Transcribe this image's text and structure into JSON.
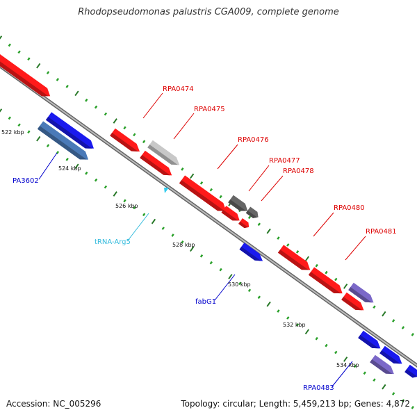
{
  "title": "Rhodopseudomonas palustris CGA009, complete genome",
  "footer": {
    "accession": "Accession: NC_005296",
    "summary": "Topology: circular; Length: 5,459,213 bp; Genes: 4,872"
  },
  "colors": {
    "forward_cds": "#ff1a1a",
    "reverse_cds": "#1a1aee",
    "other_cds": "#7b68c8",
    "pseudo_grey": "#c8c8c8",
    "dark_grey": "#666666",
    "trna": "#33ccee",
    "ticks": "#1a8a1a",
    "backbone": "#888888"
  },
  "kbp_labels": [
    "522 kbp",
    "524 kbp",
    "526 kbp",
    "528 kbp",
    "530 kbp",
    "532 kbp",
    "534 kbp"
  ],
  "gene_labels": [
    {
      "text": "RPA0474",
      "color": "red"
    },
    {
      "text": "RPA0475",
      "color": "red"
    },
    {
      "text": "RPA0476",
      "color": "red"
    },
    {
      "text": "RPA0477",
      "color": "red"
    },
    {
      "text": "RPA0478",
      "color": "red"
    },
    {
      "text": "RPA0480",
      "color": "red"
    },
    {
      "text": "RPA0481",
      "color": "red"
    },
    {
      "text": "PA3602",
      "color": "blue"
    },
    {
      "text": "tRNA-Arg5",
      "color": "cyan"
    },
    {
      "text": "fabG1",
      "color": "blue"
    },
    {
      "text": "RPA0483",
      "color": "blue"
    }
  ]
}
